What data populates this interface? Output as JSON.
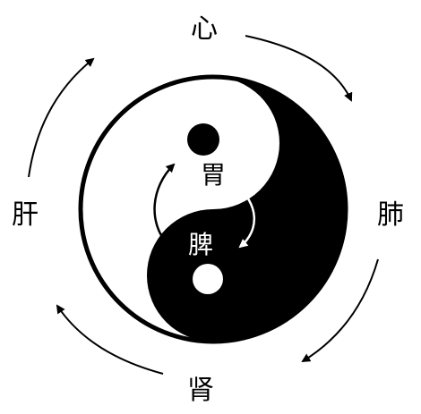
{
  "labels": {
    "top": "心",
    "right": "肺",
    "bottom": "肾",
    "left": "肝",
    "center_upper": "胃",
    "center_lower": "脾"
  },
  "colors": {
    "ink": "#000000",
    "paper": "#ffffff"
  }
}
